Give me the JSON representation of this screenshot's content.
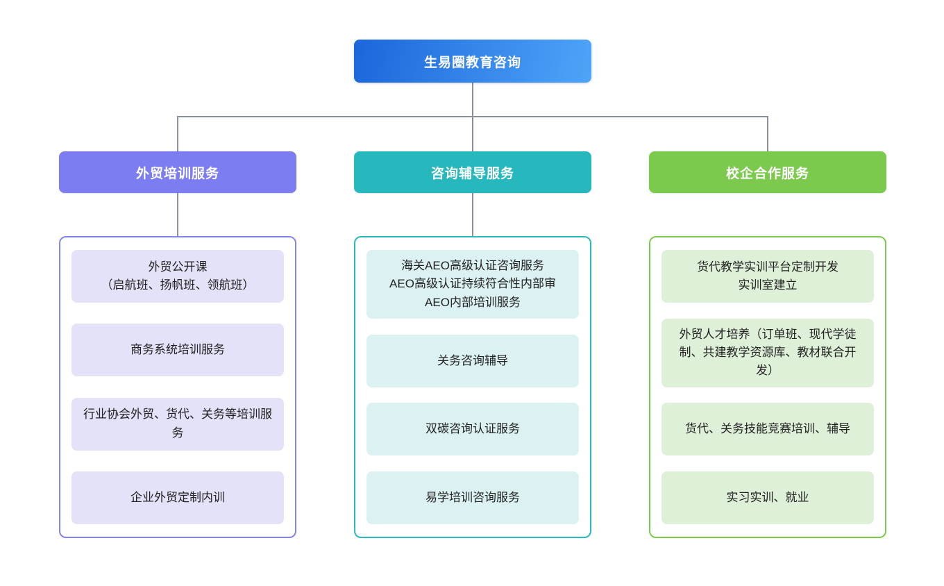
{
  "root": {
    "label": "生易圈教育咨询",
    "gradient_from": "#1C66DB",
    "gradient_to": "#4EA4F8"
  },
  "connector_color": "#8A909C",
  "branches": [
    {
      "label": "外贸培训服务",
      "header_color": "#7B7DF0",
      "border_color": "#8285F1",
      "item_bg": "#E4E2F8",
      "items": [
        {
          "lines": [
            "外贸公开课",
            "（启航班、扬帆班、领航班）"
          ]
        },
        {
          "lines": [
            "商务系统培训服务"
          ]
        },
        {
          "lines": [
            "行业协会外贸、货代、关务等培训服务"
          ]
        },
        {
          "lines": [
            "企业外贸定制内训"
          ]
        }
      ]
    },
    {
      "label": "咨询辅导服务",
      "header_color": "#27B8BE",
      "border_color": "#2BB8BE",
      "item_bg": "#DCF1F2",
      "items": [
        {
          "lines": [
            "海关AEO高级认证咨询服务",
            "AEO高级认证持续符合性内部审",
            "AEO内部培训服务"
          ]
        },
        {
          "lines": [
            "关务咨询辅导"
          ]
        },
        {
          "lines": [
            "双碳咨询认证服务"
          ]
        },
        {
          "lines": [
            "易学培训咨询服务"
          ]
        }
      ]
    },
    {
      "label": "校企合作服务",
      "header_color": "#7CCA4D",
      "border_color": "#7CCA4D",
      "item_bg": "#DFF0D9",
      "items": [
        {
          "lines": [
            "货代教学实训平台定制开发",
            "实训室建立"
          ]
        },
        {
          "lines": [
            "外贸人才培养（订单班、现代学徒制、共建教学资源库、教材联合开发）"
          ]
        },
        {
          "lines": [
            "货代、关务技能竞赛培训、辅导"
          ]
        },
        {
          "lines": [
            "实习实训、就业"
          ]
        }
      ]
    }
  ]
}
